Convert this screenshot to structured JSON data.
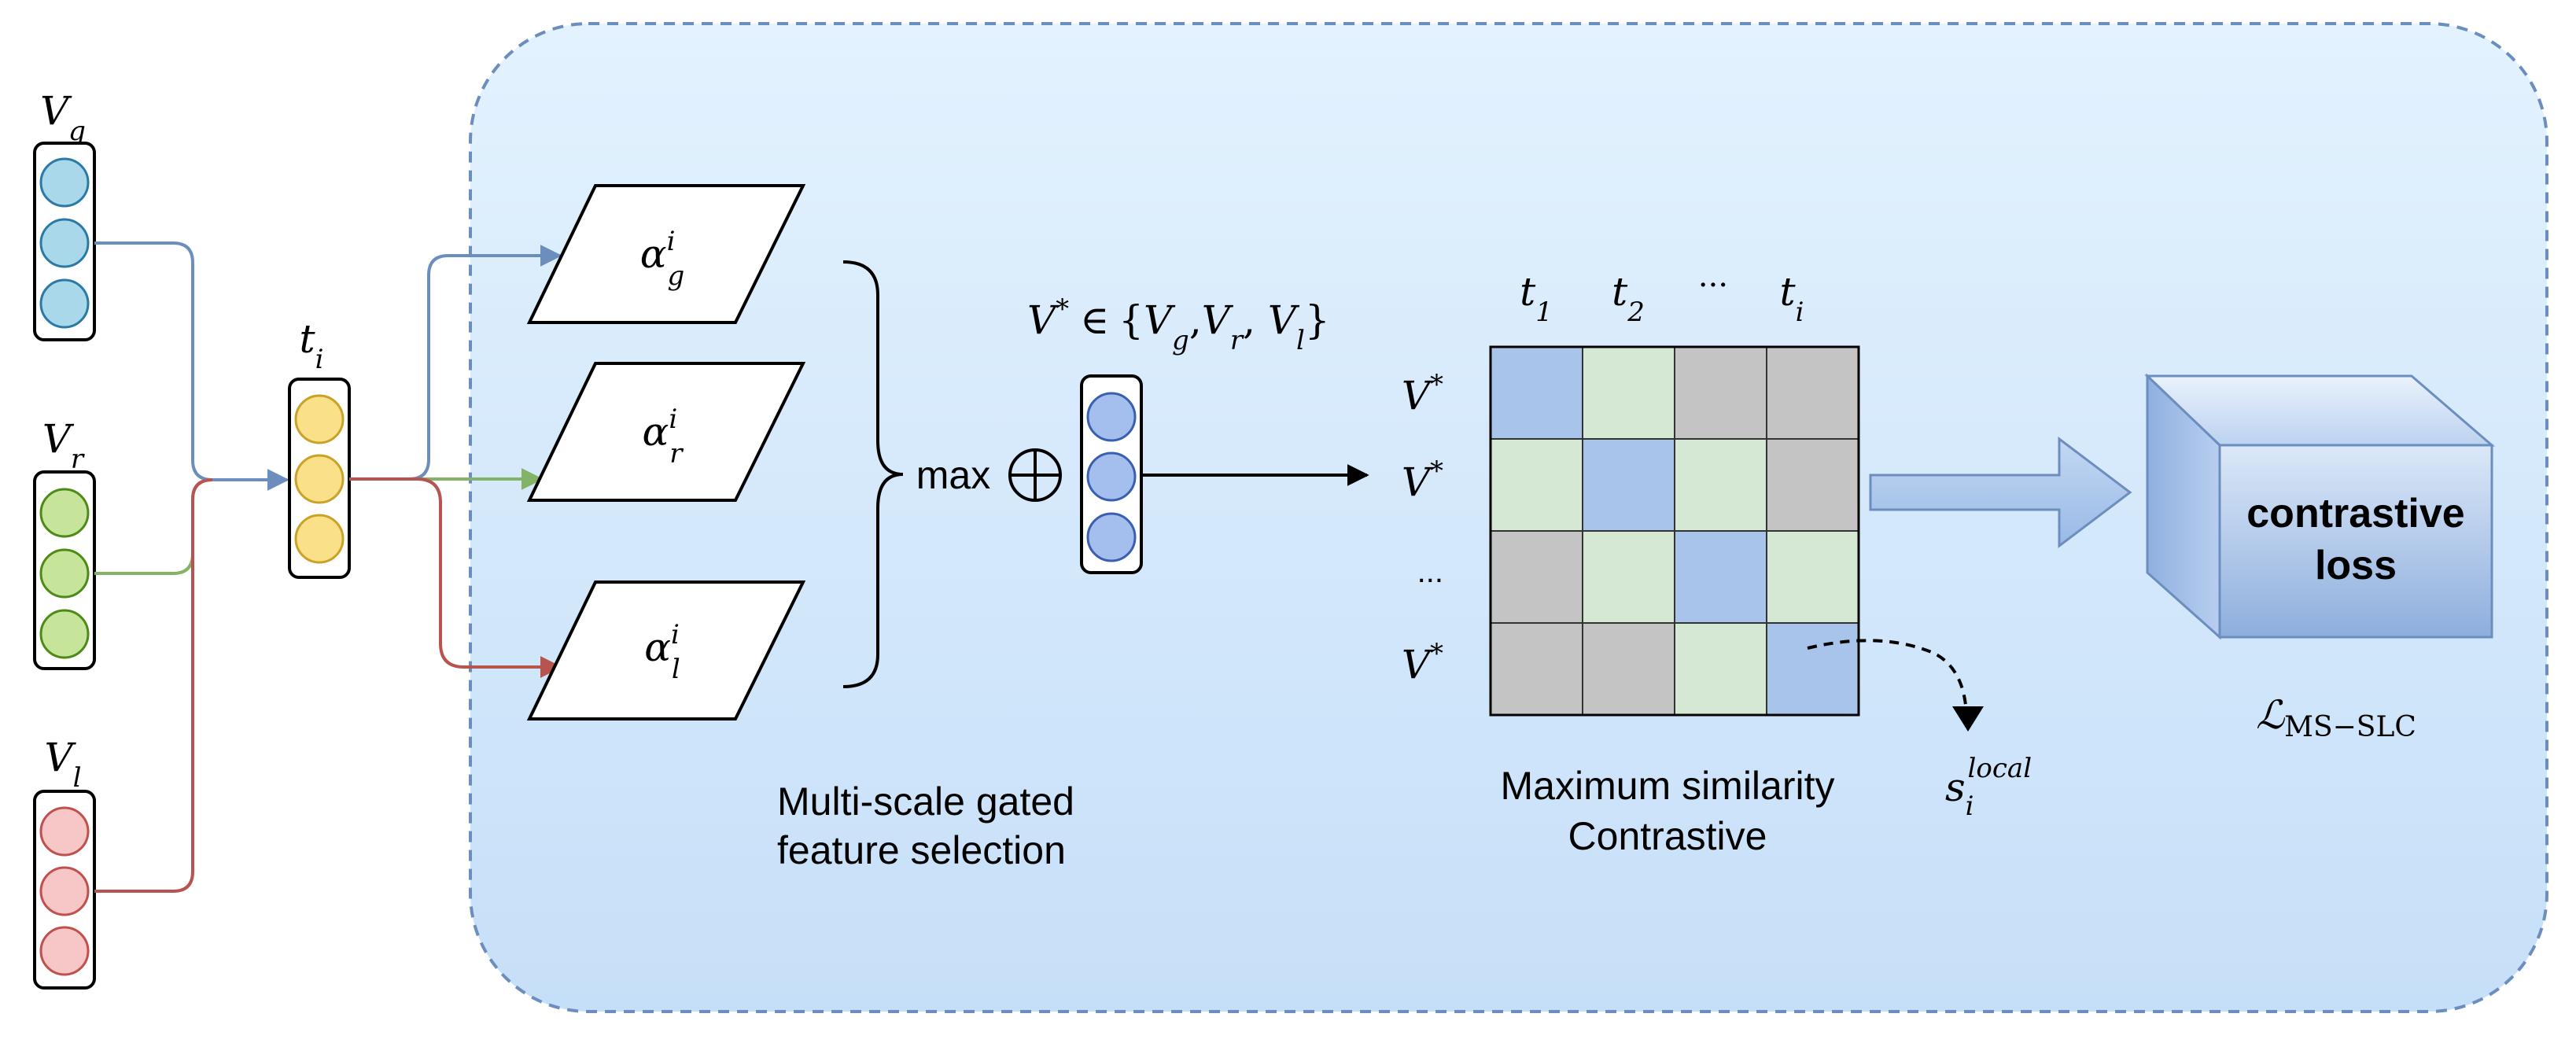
{
  "inputs": {
    "global": {
      "symbol": "V",
      "sub": "g",
      "color": "#a9d8ea",
      "stroke": "#2b7aa6",
      "line": "#6c8ebf"
    },
    "region": {
      "symbol": "V",
      "sub": "r",
      "color": "#c7e59a",
      "stroke": "#4d8a16",
      "line": "#82b366"
    },
    "local": {
      "symbol": "V",
      "sub": "l",
      "color": "#f7c6c6",
      "stroke": "#c0504d",
      "line": "#b85450"
    }
  },
  "text_token": {
    "symbol": "t",
    "sub": "i",
    "color": "#fbe08a",
    "stroke": "#c9a227"
  },
  "gates": [
    {
      "base": "α",
      "sup": "i",
      "sub": "g"
    },
    {
      "base": "α",
      "sup": "i",
      "sub": "r"
    },
    {
      "base": "α",
      "sup": "i",
      "sub": "l"
    }
  ],
  "max_label": "max",
  "oplus": "⊕",
  "set_expr": {
    "lhs": "V",
    "star": "*",
    "in": "∈",
    "items": [
      [
        "V",
        "g"
      ],
      [
        "V",
        "r"
      ],
      [
        "V",
        "l"
      ]
    ]
  },
  "fused_color": "#a4bfee",
  "fused_stroke": "#3a5fb0",
  "gated_caption": [
    "Multi-scale gated",
    "feature selection"
  ],
  "matrix": {
    "col_headers": [
      [
        "t",
        "1"
      ],
      [
        "t",
        "2"
      ],
      [
        "···",
        ""
      ],
      [
        "t",
        "i"
      ]
    ],
    "row_headers": [
      "V*",
      "V*",
      "...",
      "V*"
    ],
    "cells": [
      [
        "blue",
        "green",
        "gray",
        "gray"
      ],
      [
        "green",
        "blue",
        "green",
        "gray"
      ],
      [
        "gray",
        "green",
        "blue",
        "green"
      ],
      [
        "gray",
        "gray",
        "green",
        "blue"
      ]
    ],
    "palette": {
      "blue": "#a9c4eb",
      "green": "#d5e8d4",
      "gray": "#c4c4c4"
    }
  },
  "similarity": {
    "base": "s",
    "sub": "i",
    "sup": "local"
  },
  "matrix_caption": [
    "Maximum similarity",
    "Contrastive"
  ],
  "loss_box": {
    "line1": "contrastive",
    "line2": "loss"
  },
  "loss_symbol": {
    "base": "ℒ",
    "sub": "MS−SLC"
  },
  "colors": {
    "panel_border": "#6c8ebf",
    "panel_top": "#e3f2fe",
    "panel_bottom": "#c6dff8",
    "arrow_fill": "#a9c8ef"
  }
}
